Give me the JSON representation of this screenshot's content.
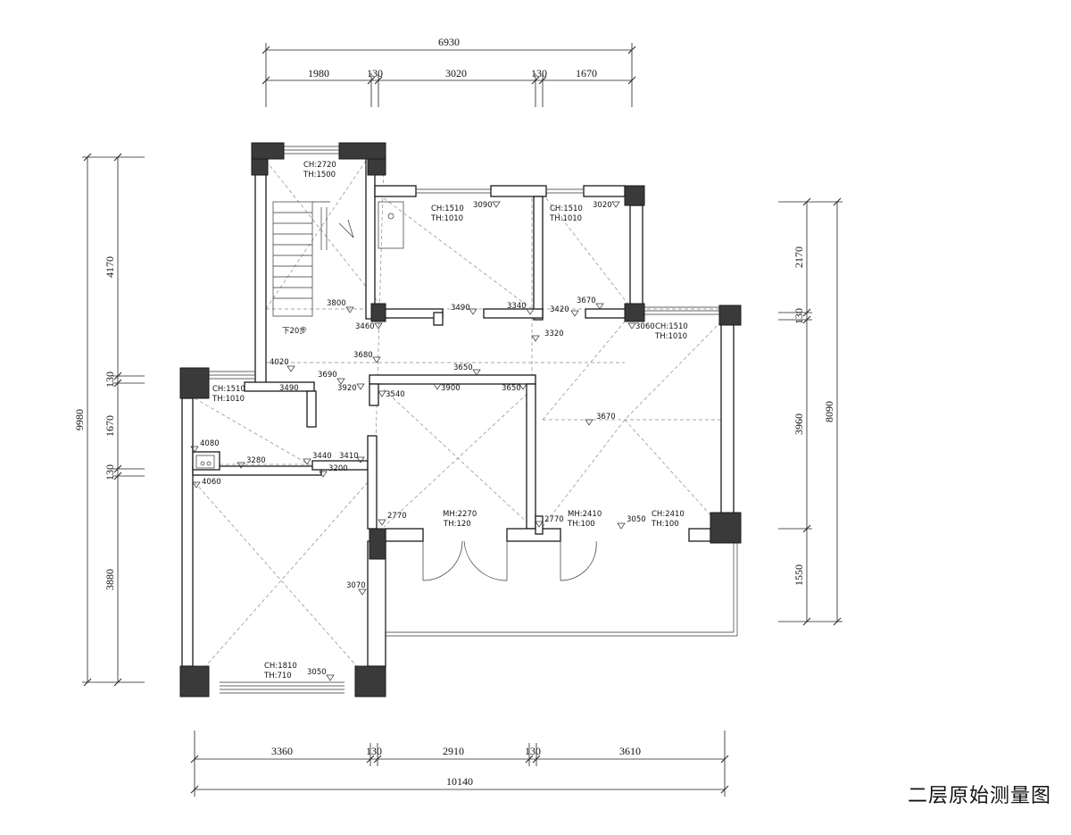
{
  "title": "二层原始测量图",
  "top_dims": {
    "total": "6930",
    "segments": [
      "1980",
      "130",
      "3020",
      "130",
      "1670"
    ]
  },
  "bottom_dims": {
    "total": "10140",
    "segments": [
      "3360",
      "130",
      "2910",
      "130",
      "3610"
    ]
  },
  "left_dims": {
    "total": "9980",
    "segments": [
      "4170",
      "130",
      "1670",
      "130",
      "3880"
    ]
  },
  "right_dims": {
    "total": "8090",
    "segments": [
      "2170",
      "130",
      "3960",
      "1550"
    ]
  },
  "room_labels": [
    {
      "id": "stair-window",
      "l1": "CH:2720",
      "l2": "TH:1500"
    },
    {
      "id": "room-a-window",
      "l1": "CH:1510",
      "l2": "TH:1010"
    },
    {
      "id": "room-b-window",
      "l1": "CH:1510",
      "l2": "TH:1010"
    },
    {
      "id": "right-window",
      "l1": "CH:1510",
      "l2": "TH:1010"
    },
    {
      "id": "left-window",
      "l1": "CH:1510",
      "l2": "TH:1010"
    },
    {
      "id": "center-door",
      "l1": "MH:2270",
      "l2": "TH:120"
    },
    {
      "id": "right-door",
      "l1": "MH:2410",
      "l2": "TH:100"
    },
    {
      "id": "right-bottom-window",
      "l1": "CH:2410",
      "l2": "TH:100"
    },
    {
      "id": "bottom-window",
      "l1": "CH:1810",
      "l2": "TH:710"
    }
  ],
  "stair_note": "下20步",
  "heights": [
    "3090",
    "3020",
    "3800",
    "3490",
    "3340",
    "3420",
    "3670",
    "3460",
    "3060",
    "3320",
    "4020",
    "3680",
    "3650",
    "3690",
    "3490",
    "3920",
    "3540",
    "3900",
    "3650",
    "3670",
    "4080",
    "3280",
    "3440",
    "3410",
    "3200",
    "4060",
    "2770",
    "2770",
    "3050",
    "3070",
    "3050"
  ]
}
